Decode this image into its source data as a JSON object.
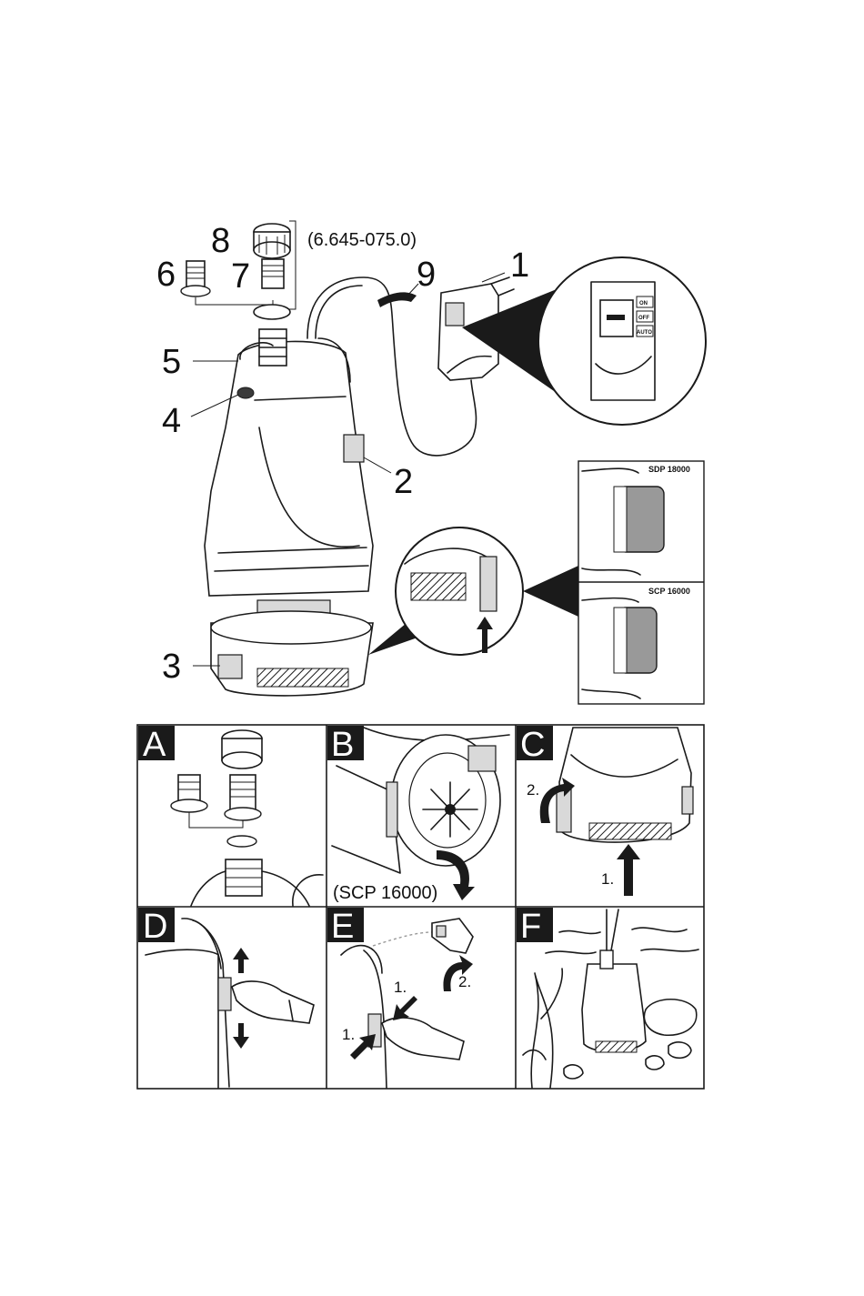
{
  "overview": {
    "callouts": [
      "1",
      "2",
      "3",
      "4",
      "5",
      "6",
      "7",
      "8",
      "9"
    ],
    "accessory_kit": "(6.645-075.0)",
    "switch_labels": [
      "ON",
      "OFF",
      "AUTO"
    ],
    "models": [
      "SDP 18000",
      "SCP 16000"
    ]
  },
  "panels": [
    {
      "letter": "A"
    },
    {
      "letter": "B",
      "caption": "(SCP 16000)"
    },
    {
      "letter": "C",
      "step1": "1.",
      "step2": "2."
    },
    {
      "letter": "D"
    },
    {
      "letter": "E",
      "step1a": "1.",
      "step1b": "1.",
      "step2": "2."
    },
    {
      "letter": "F"
    }
  ],
  "icons": [
    "pump",
    "float-switch-plug",
    "hose-connector",
    "arrow-up",
    "arrow-down",
    "curved-arrow",
    "hand",
    "seaweed",
    "stone"
  ]
}
